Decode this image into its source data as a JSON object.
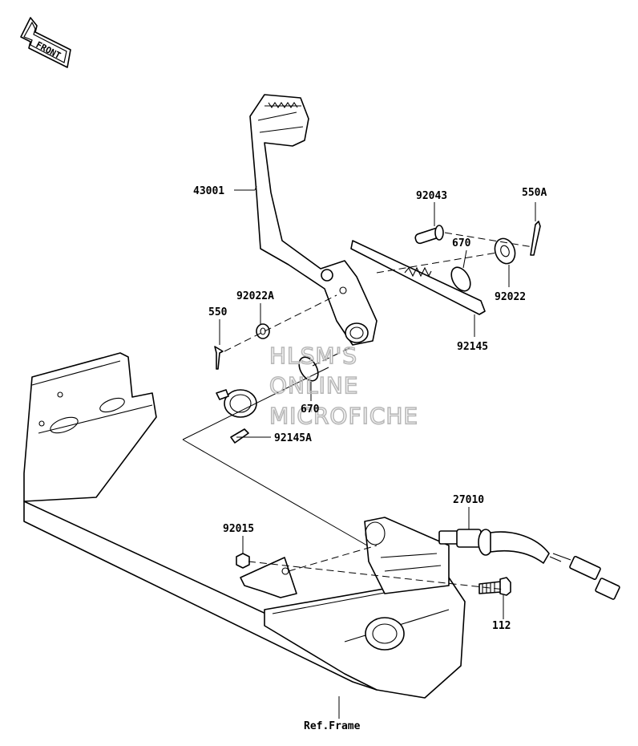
{
  "front_arrow": {
    "label": "FRONT"
  },
  "watermark": {
    "line1": "HLSM'S",
    "line2": "ONLINE",
    "line3": "MICROFICHE"
  },
  "parts": {
    "p43001": "43001",
    "p92043": "92043",
    "p550A": "550A",
    "p670_top": "670",
    "p92022": "92022",
    "p92022A": "92022A",
    "p550": "550",
    "p92145": "92145",
    "p670_low": "670",
    "p92145A": "92145A",
    "p27010": "27010",
    "p92015": "92015",
    "p112": "112",
    "ref_frame": "Ref.Frame"
  }
}
